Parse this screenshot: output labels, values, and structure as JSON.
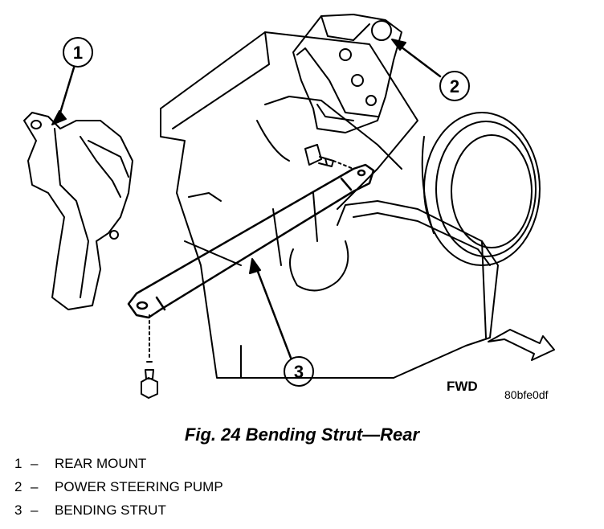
{
  "callouts": {
    "c1": "1",
    "c2": "2",
    "c3": "3"
  },
  "fwd_label": "FWD",
  "image_code": "80bfe0df",
  "caption": "Fig. 24 Bending Strut—Rear",
  "legend": [
    {
      "num": "1",
      "sep": "–",
      "label": "REAR MOUNT"
    },
    {
      "num": "2",
      "sep": "–",
      "label": "POWER STEERING PUMP"
    },
    {
      "num": "3",
      "sep": "–",
      "label": "BENDING STRUT"
    }
  ]
}
